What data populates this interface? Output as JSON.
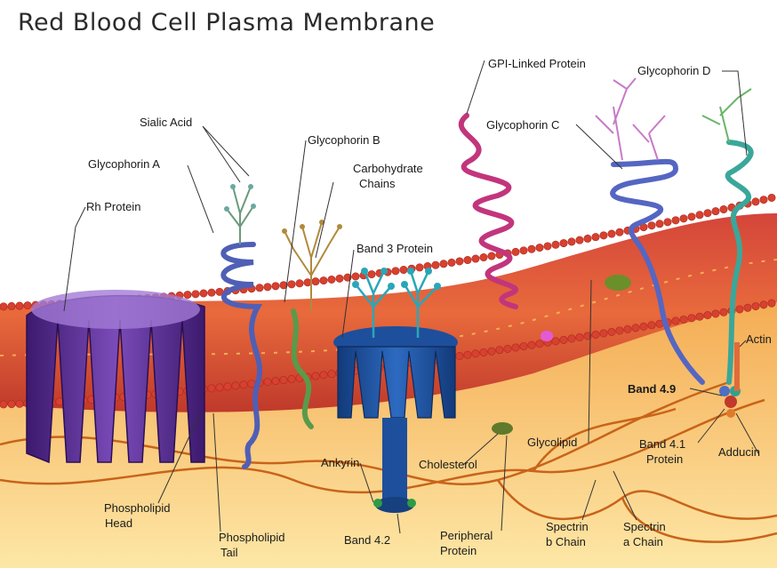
{
  "title": "Red Blood Cell Plasma Membrane",
  "labels": {
    "gpi_linked_protein": "GPI-Linked Protein",
    "glycophorin_d": "Glycophorin D",
    "sialic_acid": "Sialic Acid",
    "glycophorin_b": "Glycophorin B",
    "glycophorin_c": "Glycophorin C",
    "glycophorin_a": "Glycophorin A",
    "carbohydrate_chains_1": "Carbohydrate",
    "carbohydrate_chains_2": "Chains",
    "rh_protein": "Rh Protein",
    "band3_protein": "Band 3 Protein",
    "actin": "Actin",
    "band49": "Band 4.9",
    "glycolipid": "Glycolipid",
    "ankyrin": "Ankyrin",
    "cholesterol": "Cholesterol",
    "band41_1": "Band 4.1",
    "band41_2": "Protein",
    "adducin": "Adducin",
    "phospholipid_head_1": "Phospholipid",
    "phospholipid_head_2": "Head",
    "spectrin_b_1": "Spectrin",
    "spectrin_b_2": "b Chain",
    "spectrin_a_1": "Spectrin",
    "spectrin_a_2": "a Chain",
    "band42": "Band 4.2",
    "peripheral_protein_1": "Peripheral",
    "peripheral_protein_2": "Protein",
    "phospholipid_tail_1": "Phospholipid",
    "phospholipid_tail_2": "Tail"
  },
  "colors": {
    "membrane_red": "#c0392b",
    "cytoplasm_orange": "#f6a34a",
    "band3_blue": "#1e4f9c",
    "rh_purple": "#5b2d8e",
    "glycophorin_blue": "#4f5fb5",
    "gpi_magenta": "#c2357d",
    "glycophorin_d_teal": "#3aa79a",
    "spectrin_orange": "#c8641a"
  }
}
